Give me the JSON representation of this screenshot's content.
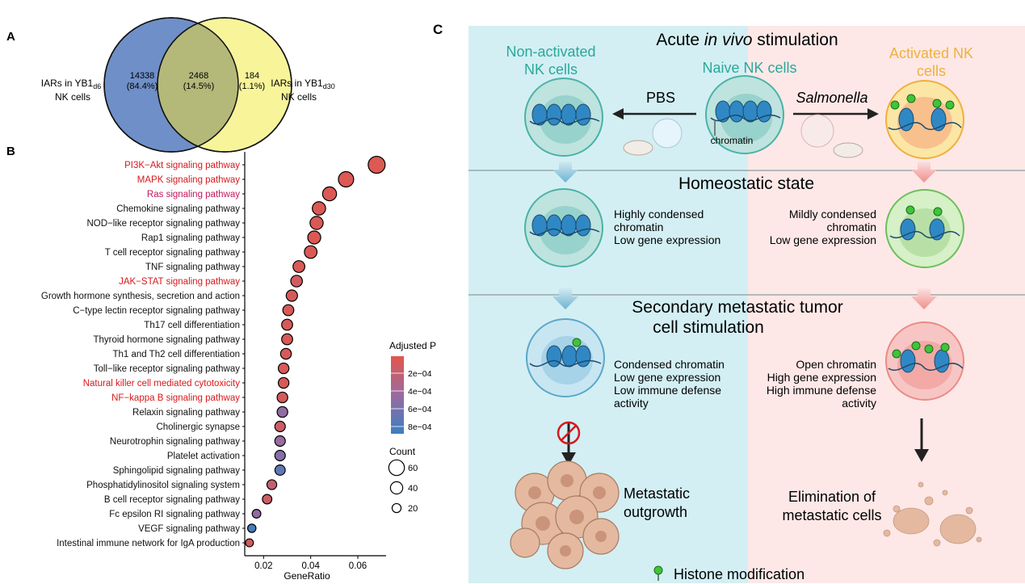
{
  "panel_labels": {
    "a": "A",
    "b": "B",
    "c": "C"
  },
  "colors": {
    "venn_left": "#6f8fc8",
    "venn_right": "#f7f49a",
    "venn_overlap": "#b4b97a",
    "pathway_red": "#d7191c",
    "pathway_black": "#111111",
    "adjp_high": "#e2574c",
    "adjp_low": "#3a7fc1",
    "panel_blue": "#d3eff4",
    "panel_pink": "#fde8e7",
    "teal": "#2aa89a",
    "orange": "#f0b03b"
  },
  "venn": {
    "left_label_line1": "IARs in YB1",
    "left_label_sub": "d6",
    "left_label_line2": "NK cells",
    "right_label_line1": "IARs in YB1",
    "right_label_sub": "d30",
    "right_label_line2": "NK cells",
    "left_only": "14338",
    "left_pct": "(84.4%)",
    "overlap": "2468",
    "overlap_pct": "(14.5%)",
    "right_only": "184",
    "right_pct": "(1.1%)"
  },
  "chart_data": {
    "type": "scatter",
    "xlabel": "GeneRatio",
    "x_ticks": [
      "0.02",
      "0.04",
      "0.06"
    ],
    "xlim": [
      0.012,
      0.072
    ],
    "pathways": [
      {
        "name": "PI3K−Akt signaling pathway",
        "x": 0.068,
        "count": 68,
        "p": 5e-05,
        "highlight": "red"
      },
      {
        "name": "MAPK signaling pathway",
        "x": 0.055,
        "count": 58,
        "p": 5e-05,
        "highlight": "red"
      },
      {
        "name": "Ras signaling pathway",
        "x": 0.048,
        "count": 50,
        "p": 6e-05,
        "highlight": "magenta"
      },
      {
        "name": "Chemokine signaling pathway",
        "x": 0.0435,
        "count": 46,
        "p": 6e-05,
        "highlight": ""
      },
      {
        "name": "NOD−like receptor signaling pathway",
        "x": 0.0425,
        "count": 45,
        "p": 6e-05,
        "highlight": ""
      },
      {
        "name": "Rap1 signaling pathway",
        "x": 0.0415,
        "count": 44,
        "p": 6e-05,
        "highlight": ""
      },
      {
        "name": "T cell receptor signaling pathway",
        "x": 0.04,
        "count": 42,
        "p": 6e-05,
        "highlight": ""
      },
      {
        "name": "TNF signaling pathway",
        "x": 0.035,
        "count": 37,
        "p": 8e-05,
        "highlight": ""
      },
      {
        "name": "JAK−STAT signaling pathway",
        "x": 0.034,
        "count": 36,
        "p": 0.00012,
        "highlight": "red"
      },
      {
        "name": "Growth hormone synthesis, secretion and action",
        "x": 0.032,
        "count": 34,
        "p": 8e-05,
        "highlight": ""
      },
      {
        "name": "C−type lectin receptor signaling pathway",
        "x": 0.0305,
        "count": 32,
        "p": 8e-05,
        "highlight": ""
      },
      {
        "name": "Th17 cell differentiation",
        "x": 0.03,
        "count": 32,
        "p": 8e-05,
        "highlight": ""
      },
      {
        "name": "Thyroid hormone signaling pathway",
        "x": 0.03,
        "count": 32,
        "p": 8e-05,
        "highlight": ""
      },
      {
        "name": "Th1 and Th2 cell differentiation",
        "x": 0.0295,
        "count": 31,
        "p": 8e-05,
        "highlight": ""
      },
      {
        "name": "Toll−like receptor signaling pathway",
        "x": 0.0285,
        "count": 30,
        "p": 8e-05,
        "highlight": ""
      },
      {
        "name": "Natural killer cell mediated cytotoxicity",
        "x": 0.0285,
        "count": 30,
        "p": 8e-05,
        "highlight": "red"
      },
      {
        "name": "NF−kappa B signaling pathway",
        "x": 0.028,
        "count": 30,
        "p": 9e-05,
        "highlight": "red"
      },
      {
        "name": "Relaxin signaling pathway",
        "x": 0.028,
        "count": 30,
        "p": 0.0005,
        "highlight": ""
      },
      {
        "name": "Cholinergic synapse",
        "x": 0.027,
        "count": 29,
        "p": 0.00015,
        "highlight": ""
      },
      {
        "name": "Neurotrophin signaling pathway",
        "x": 0.027,
        "count": 29,
        "p": 0.00045,
        "highlight": ""
      },
      {
        "name": "Platelet activation",
        "x": 0.027,
        "count": 29,
        "p": 0.00055,
        "highlight": ""
      },
      {
        "name": "Sphingolipid signaling pathway",
        "x": 0.027,
        "count": 28,
        "p": 0.00072,
        "highlight": ""
      },
      {
        "name": "Phosphatidylinositol signaling system",
        "x": 0.0235,
        "count": 25,
        "p": 0.0002,
        "highlight": ""
      },
      {
        "name": "B cell receptor signaling pathway",
        "x": 0.0215,
        "count": 23,
        "p": 0.00015,
        "highlight": ""
      },
      {
        "name": "Fc epsilon RI signaling pathway",
        "x": 0.017,
        "count": 18,
        "p": 0.0005,
        "highlight": ""
      },
      {
        "name": "VEGF signaling pathway",
        "x": 0.015,
        "count": 16,
        "p": 0.00085,
        "highlight": ""
      },
      {
        "name": "Intestinal immune network for IgA production",
        "x": 0.014,
        "count": 14,
        "p": 0.0001,
        "highlight": ""
      }
    ],
    "color_legend": {
      "title": "Adjusted P",
      "ticks": [
        "2e−04",
        "4e−04",
        "6e−04",
        "8e−04"
      ],
      "range": [
        1e-05,
        0.0009
      ]
    },
    "size_legend": {
      "title": "Count",
      "items": [
        {
          "label": "60",
          "count": 60
        },
        {
          "label": "40",
          "count": 40
        },
        {
          "label": "20",
          "count": 20
        }
      ]
    }
  },
  "schematic": {
    "title_pre": "Acute ",
    "title_italic": "in vivo",
    "title_post": " stimulation",
    "nonactivated_line1": "Non-activated",
    "nonactivated_line2": "NK cells",
    "naive": "Naive NK cells",
    "activated_line1": "Activated NK",
    "activated_line2": "cells",
    "pbs": "PBS",
    "salmonella": "Salmonella",
    "chromatin": "chromatin",
    "homeostatic": "Homeostatic state",
    "left_homeo": [
      "Highly condensed",
      "chromatin",
      "Low gene expression"
    ],
    "right_homeo": [
      "Mildly condensed",
      "chromatin",
      "Low gene expression"
    ],
    "secondary_line1": "Secondary metastatic tumor",
    "secondary_line2": "cell stimulation",
    "left_sec": [
      "Condensed chromatin",
      "Low gene expression",
      "Low immune defense",
      "activity"
    ],
    "right_sec": [
      "Open chromatin",
      "High gene expression",
      "High immune defense",
      "activity"
    ],
    "outgrowth_line1": "Metastatic",
    "outgrowth_line2": "outgrowth",
    "elimination_line1": "Elimination of",
    "elimination_line2": "metastatic cells",
    "histone": "Histone modification"
  }
}
